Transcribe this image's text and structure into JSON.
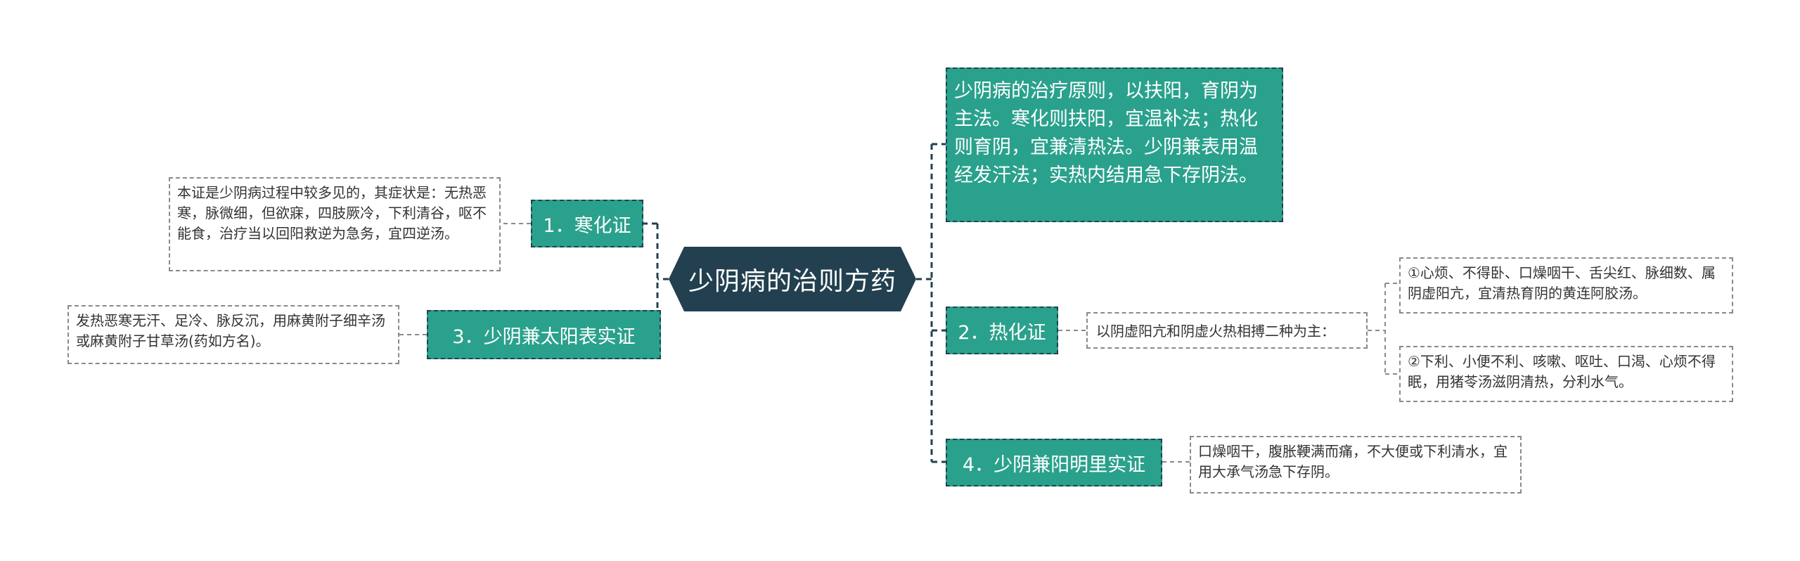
{
  "root": {
    "label": "少阴病的治则方药"
  },
  "left_branches": [
    {
      "label": "1．寒化证",
      "detail": "本证是少阴病过程中较多见的，其症状是：无热恶寒，脉微细，但欲寐，四肢厥冷，下利清谷，呕不能食，治疗当以回阳救逆为急务，宜四逆汤。"
    },
    {
      "label": "3．少阴兼太阳表实证",
      "detail": "发热恶寒无汗、足冷、脉反沉，用麻黄附子细辛汤或麻黄附子甘草汤(药如方名)。"
    }
  ],
  "right_branches": {
    "principle": "少阴病的治疗原则，以扶阳，育阴为主法。寒化则扶阳，宜温补法；热化则育阴，宜兼清热法。少阴兼表用温经发汗法；实热内结用急下存阴法。",
    "heat": {
      "label": "2．热化证",
      "detail": "以阴虚阳亢和阴虚火热相搏二种为主：",
      "subs": [
        "①心烦、不得卧、口燥咽干、舌尖红、脉细数、属阴虚阳亢，宜清热育阴的黄连阿胶汤。",
        "②下利、小便不利、咳嗽、呕吐、口渴、心烦不得眠，用猪苓汤滋阴清热，分利水气。"
      ]
    },
    "yangming": {
      "label": "4．少阴兼阳明里实证",
      "detail": "口燥咽干，腹胀鞕满而痛，不大便或下利清水，宜用大承气汤急下存阴。"
    }
  },
  "colors": {
    "root": "#22404f",
    "branch": "#2aa18c",
    "line": "#22404f",
    "leaf_border": "#8a8a8a"
  }
}
